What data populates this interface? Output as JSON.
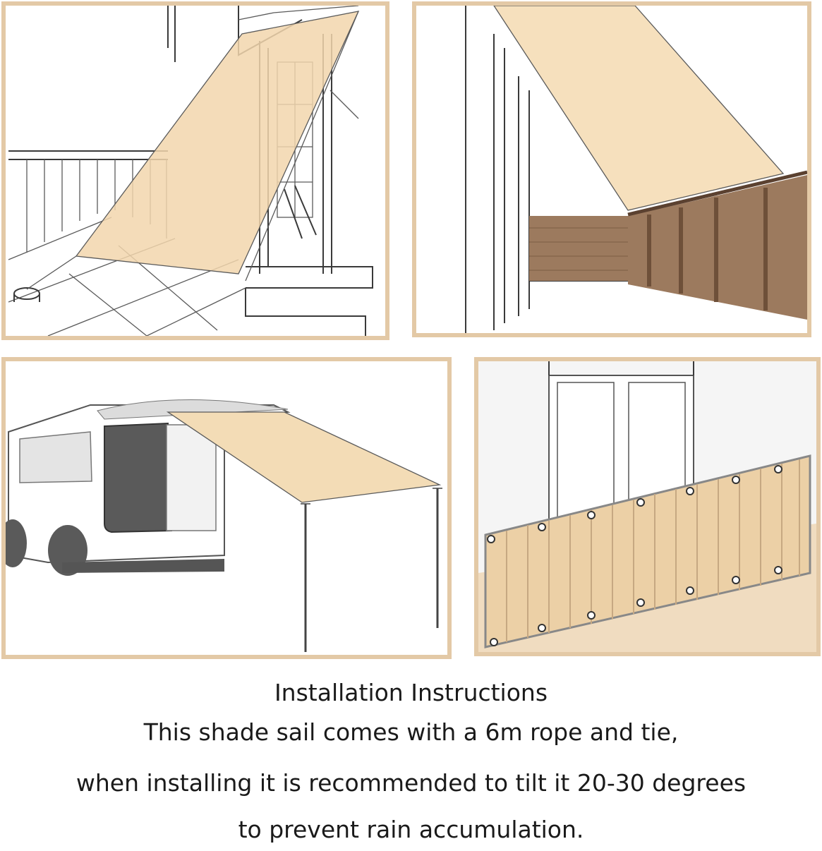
{
  "colors": {
    "frame": "#e3c9a6",
    "sail": "#f2d6ad",
    "sail_dark": "#e7c08f",
    "fence_brown": "#9c7a5e",
    "caption": "#1a1a1a"
  },
  "caption": {
    "title": "Installation Instructions",
    "line1": "This shade sail comes with a 6m rope and tie,",
    "line2": "when installing it is recommended to tilt it 20-30 degrees",
    "line3": "to prevent rain accumulation."
  }
}
